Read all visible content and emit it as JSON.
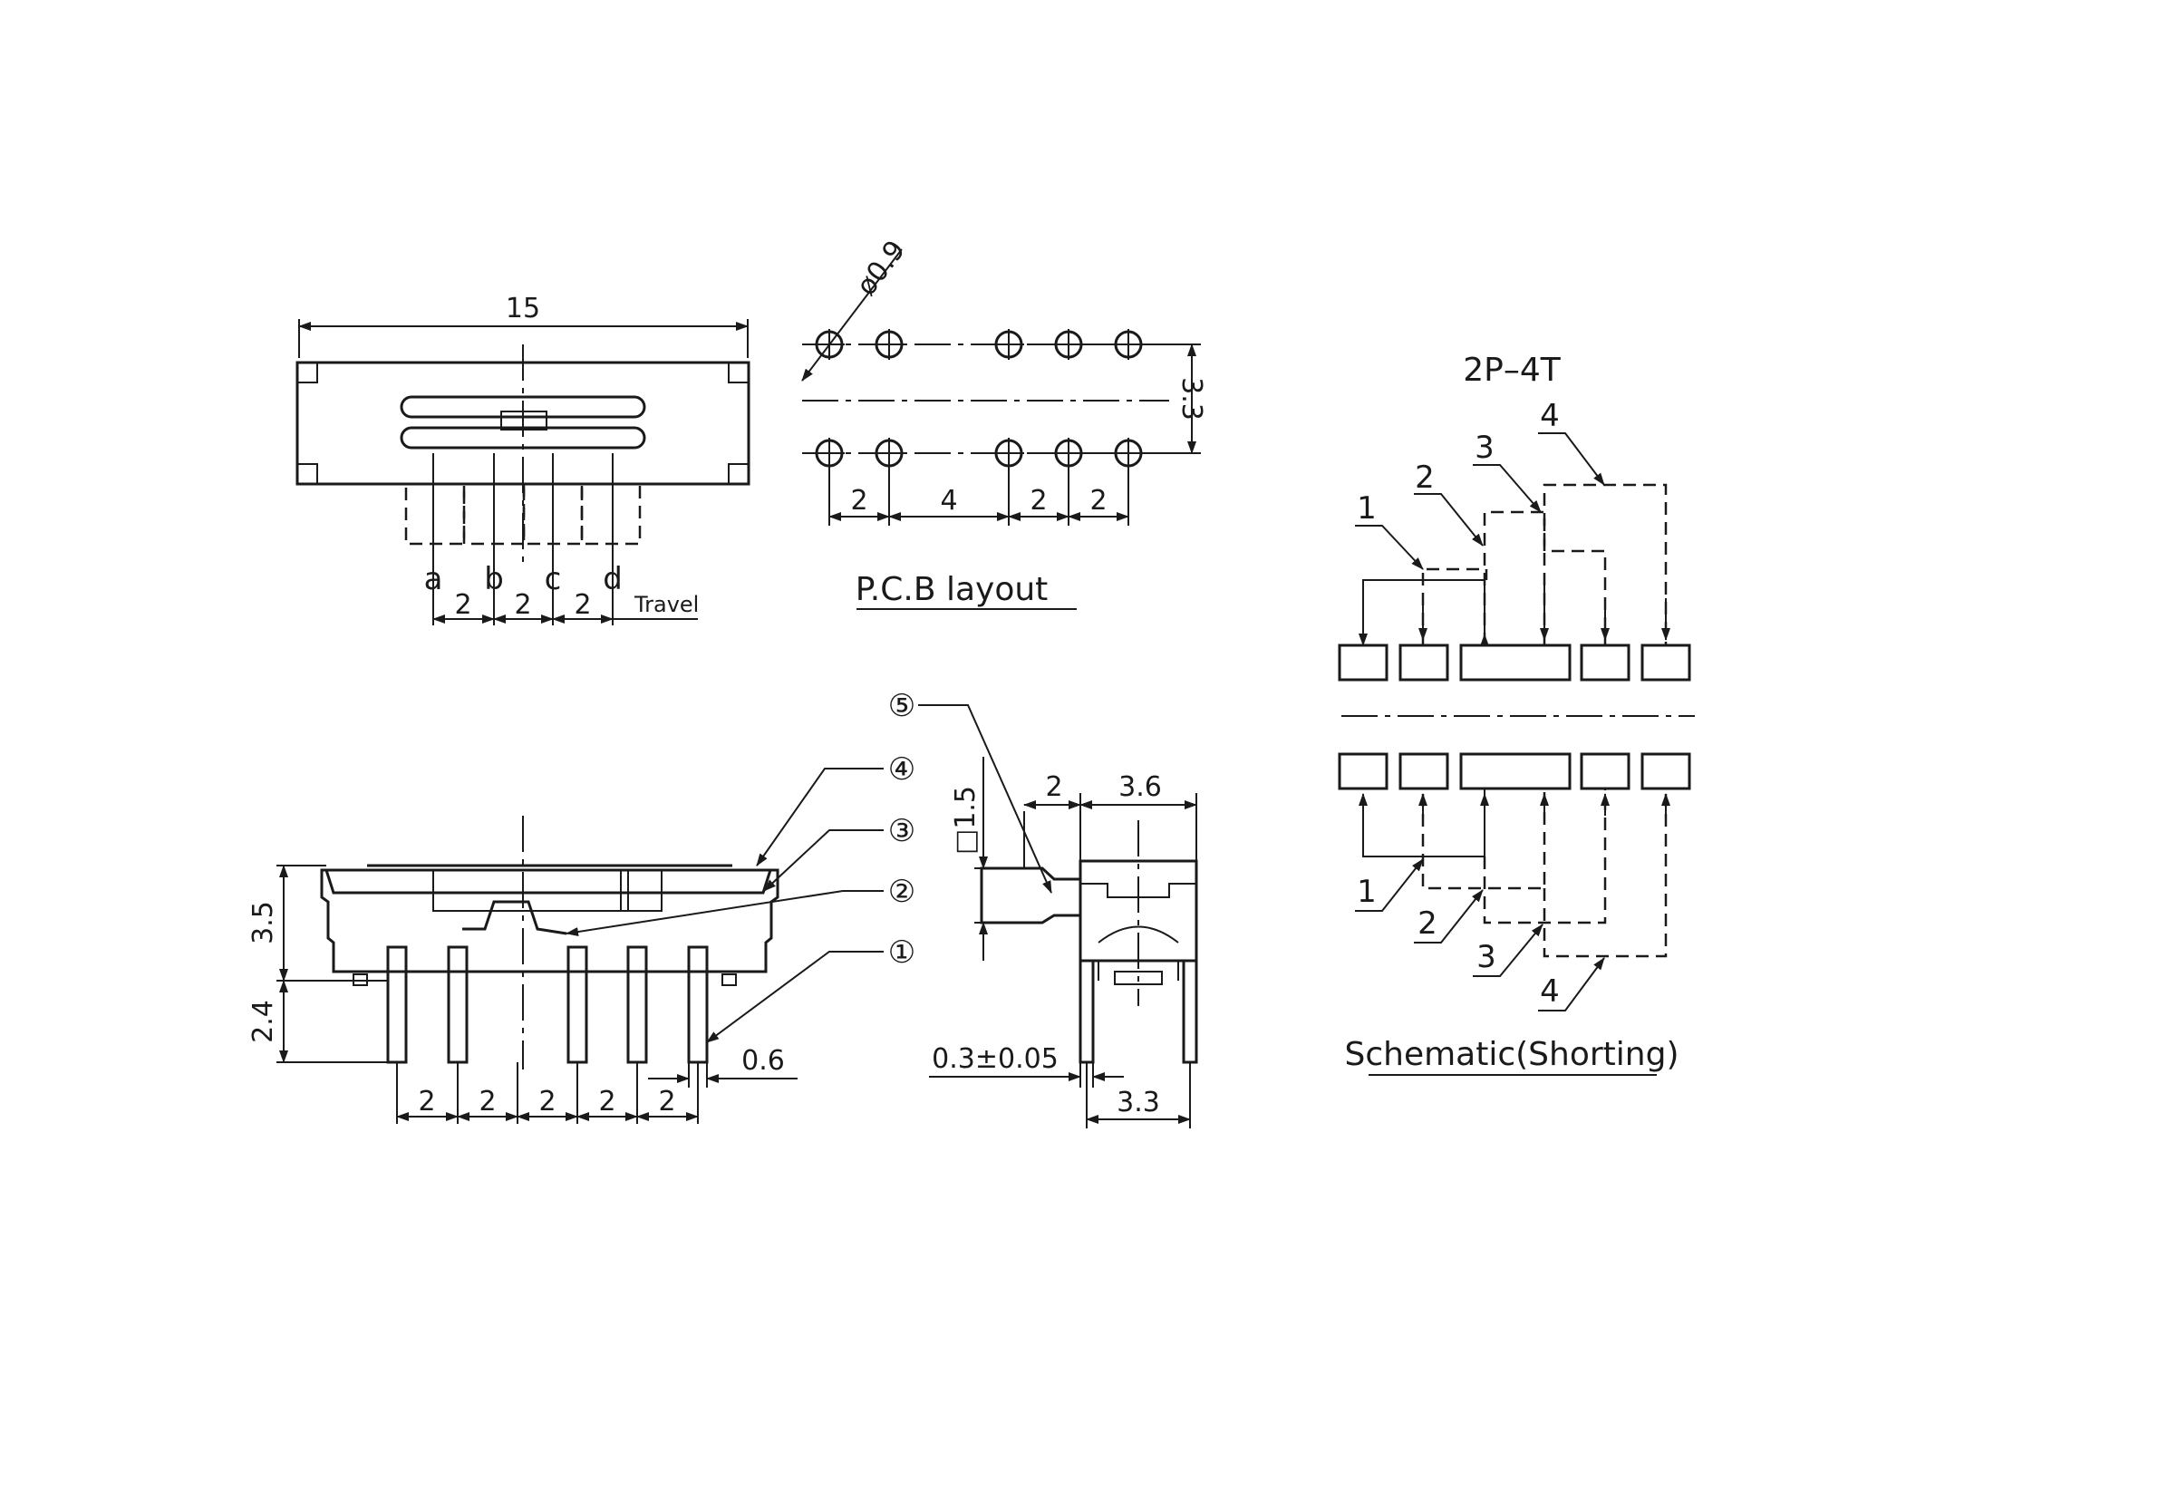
{
  "top_view": {
    "width_dim": "15",
    "position_labels": [
      "a",
      "b",
      "c",
      "d"
    ],
    "pitch_dims": [
      "2",
      "2",
      "2"
    ],
    "travel_label": "Travel"
  },
  "pcb_layout": {
    "hole_dim": "ø0.9",
    "row_spacing": "3.3",
    "pitch_dims": [
      "2",
      "4",
      "2",
      "2"
    ],
    "title": "P.C.B layout"
  },
  "front_view": {
    "height_body": "3.5",
    "height_pin": "2.4",
    "pin_pitch": [
      "2",
      "2",
      "2",
      "2",
      "2"
    ],
    "pin_width": "0.6",
    "callouts": [
      "⑤",
      "④",
      "③",
      "②",
      "①"
    ]
  },
  "side_view": {
    "actuator_size": "□1.5",
    "dim_actuator": "2",
    "dim_body": "3.6",
    "pin_thickness": "0.3±0.05",
    "dim_base": "3.3"
  },
  "schematic": {
    "type_label": "2P–4T",
    "contact_numbers_top": [
      "1",
      "2",
      "3",
      "4"
    ],
    "contact_numbers_bottom": [
      "1",
      "2",
      "3",
      "4"
    ],
    "title": "Schematic(Shorting)"
  }
}
